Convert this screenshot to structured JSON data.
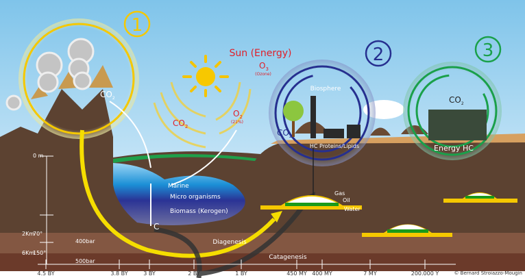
{
  "steps": [
    "1",
    "2",
    "3"
  ],
  "sky": {
    "sun_label": "Sun (Energy)",
    "o3": "O",
    "o3_sub": "3",
    "ozone": "(Ozone)",
    "o2": "O",
    "o2_sub": "2",
    "o2_pct": "(21%)",
    "co2_red": "CO",
    "co2_red_sub": "2",
    "co2_volcano": "CO",
    "co2_volcano_sub": "2"
  },
  "biosphere": {
    "label": "Biosphere",
    "co2": "CO",
    "co2_sub": "2",
    "hc": "HC Proteins/Lipids"
  },
  "energy": {
    "co2": "CO",
    "co2_sub": "2",
    "label": "Energy HC"
  },
  "ocean": {
    "marine": "Marine",
    "micro": "Micro organisms",
    "biomass": "Biomass (Kerogen)",
    "carbon": "C"
  },
  "reservoir": {
    "gas": "Gas",
    "oil": "Oil",
    "water": "Water"
  },
  "processes": {
    "diagenesis": "Diagenesis",
    "catagenesis": "Catagenesis"
  },
  "depth": {
    "zero": "0 m",
    "d2": "2Km",
    "t2": "70°",
    "d6": "6Km",
    "t6": "150°",
    "p1": "400bar",
    "p2": "500bar"
  },
  "timeline": [
    "4.5 BY",
    "3.8 BY",
    "3 BY",
    "2 BY",
    "1 BY",
    "450 MY",
    "400 MY",
    "7 MY",
    "200.000 Y"
  ],
  "copyright": "© Bernard Stroiazzo-Mougin",
  "colors": {
    "yellow": "#f5c800",
    "blue": "#262f8f",
    "green": "#1aa04a",
    "red": "#e0202a",
    "soil": "#5a4030"
  }
}
